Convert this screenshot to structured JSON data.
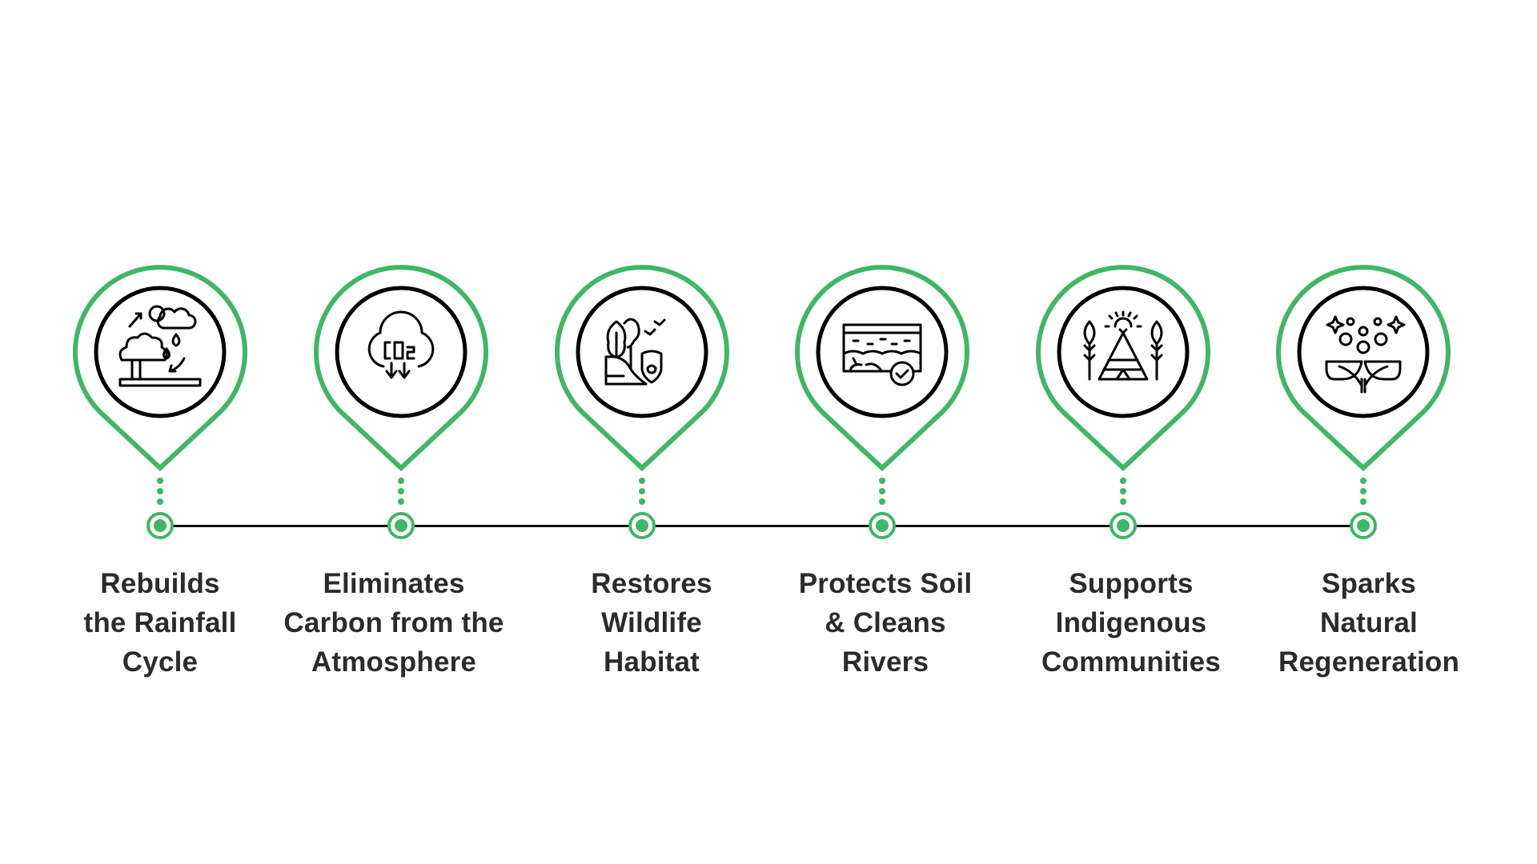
{
  "diagram": {
    "type": "timeline-infographic",
    "accent_color": "#3fb764",
    "line_color": "#111111",
    "text_color": "#2b2b2b",
    "steps": [
      {
        "icon": "rainfall-cycle-icon",
        "lines": [
          "Rebuilds",
          "the Rainfall",
          "Cycle"
        ]
      },
      {
        "icon": "co2-cloud-icon",
        "lines": [
          "Eliminates",
          "Carbon from the",
          "Atmosphere"
        ]
      },
      {
        "icon": "wildlife-habitat-icon",
        "lines": [
          "Restores",
          "Wildlife",
          "Habitat"
        ]
      },
      {
        "icon": "soil-layers-check-icon",
        "lines": [
          "Protects Soil",
          "& Cleans",
          "Rivers"
        ]
      },
      {
        "icon": "teepee-feathers-icon",
        "lines": [
          "Supports",
          "Indigenous",
          "Communities"
        ]
      },
      {
        "icon": "sprouting-seeds-icon",
        "lines": [
          "Sparks",
          "Natural",
          "Regeneration"
        ]
      }
    ]
  }
}
